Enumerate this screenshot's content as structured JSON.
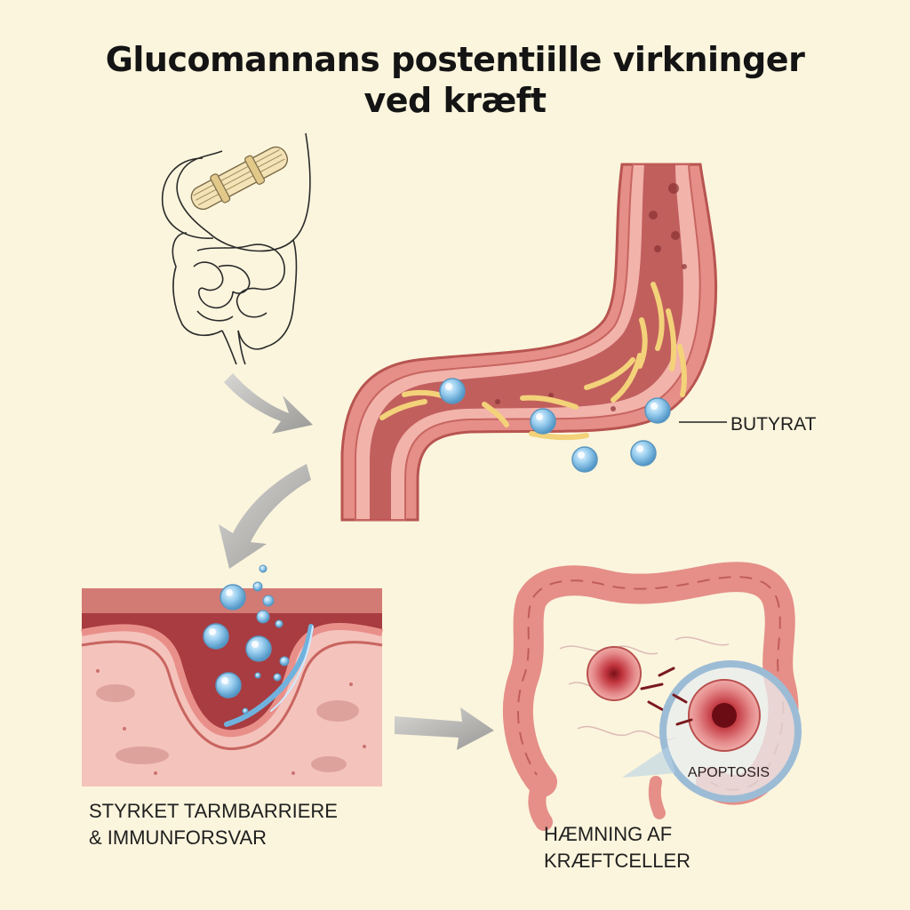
{
  "title": {
    "line1": "Glucomannans postentiille virkninger",
    "line2": "ved kræft"
  },
  "labels": {
    "butyrat": "BUTYRAT",
    "barrier_line1": "STYRKET TARMBARRIERE",
    "barrier_line2": "& IMMUNFORSVAR",
    "cancer_line1": "HÆMNING AF",
    "cancer_line2": "KRÆFTCELLER",
    "apoptosis": "APOPTOSIS"
  },
  "colors": {
    "background": "#fbf5dd",
    "tissue": "#e98f8a",
    "tissue_dark": "#b9504f",
    "lumen": "#c9706c",
    "bacteria": "#f3d27a",
    "glucomannan_bubble": "#8cc4e6",
    "arrow": "#a9a9a9"
  }
}
